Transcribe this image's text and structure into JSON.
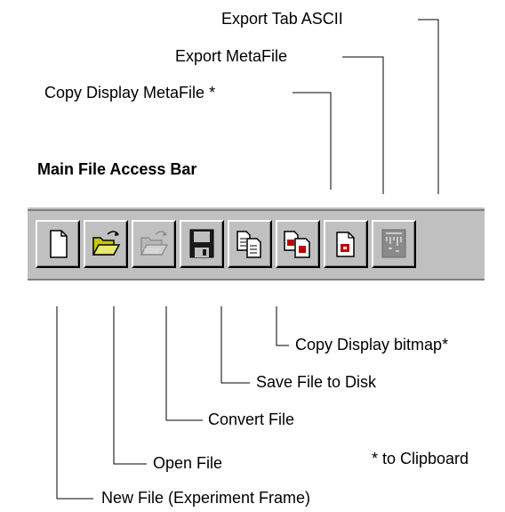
{
  "title": "Main File Access Bar",
  "toolbar": {
    "buttons": [
      {
        "icon": "new-file-icon"
      },
      {
        "icon": "open-file-icon"
      },
      {
        "icon": "convert-file-icon"
      },
      {
        "icon": "save-file-icon"
      },
      {
        "icon": "copy-display-bitmap-icon"
      },
      {
        "icon": "copy-display-metafile-icon"
      },
      {
        "icon": "export-metafile-icon"
      },
      {
        "icon": "export-tab-ascii-icon"
      }
    ]
  },
  "labels": {
    "export_tab_ascii": "Export Tab ASCII",
    "export_metafile": "Export MetaFile",
    "copy_display_metafile": "Copy Display MetaFile *",
    "copy_display_bitmap": "Copy Display bitmap*",
    "save_file": "Save File to Disk",
    "convert_file": "Convert File",
    "open_file": "Open File",
    "new_file": "New File (Experiment Frame)"
  },
  "footnote": "* to Clipboard",
  "colors": {
    "toolbar_bg": "#c0c0c0",
    "folder_yellow": "#c8c800",
    "accent_red": "#c00000",
    "disabled_gray": "#808080"
  }
}
